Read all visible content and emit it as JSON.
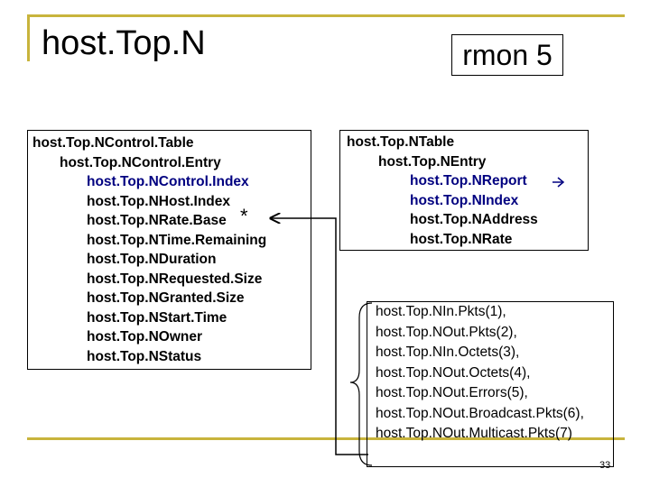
{
  "slide": {
    "title": "host.Top.N",
    "tag": "rmon 5",
    "page_number": "33",
    "control_list": [
      {
        "text": "host.Top.NControl.Table",
        "indent": 0,
        "accent": false
      },
      {
        "text": "host.Top.NControl.Entry",
        "indent": 1,
        "accent": false
      },
      {
        "text": "host.Top.NControl.Index",
        "indent": 2,
        "accent": true
      },
      {
        "text": "host.Top.NHost.Index",
        "indent": 2,
        "accent": false
      },
      {
        "text": "host.Top.NRate.Base",
        "indent": 2,
        "accent": false
      },
      {
        "text": "host.Top.NTime.Remaining",
        "indent": 2,
        "accent": false
      },
      {
        "text": "host.Top.NDuration",
        "indent": 2,
        "accent": false
      },
      {
        "text": "host.Top.NRequested.Size",
        "indent": 2,
        "accent": false
      },
      {
        "text": "host.Top.NGranted.Size",
        "indent": 2,
        "accent": false
      },
      {
        "text": "host.Top.NStart.Time",
        "indent": 2,
        "accent": false
      },
      {
        "text": "host.Top.NOwner",
        "indent": 2,
        "accent": false
      },
      {
        "text": "host.Top.NStatus",
        "indent": 2,
        "accent": false
      }
    ],
    "asterisk": "*",
    "table_list": [
      {
        "text": "host.Top.NTable",
        "indent": 0,
        "accent": false
      },
      {
        "text": "host.Top.NEntry",
        "indent": 1,
        "accent": false
      },
      {
        "text": "host.Top.NReport",
        "indent": 2,
        "accent": true
      },
      {
        "text": "host.Top.NIndex",
        "indent": 2,
        "accent": true
      },
      {
        "text": "host.Top.NAddress",
        "indent": 2,
        "accent": false
      },
      {
        "text": "host.Top.NRate",
        "indent": 2,
        "accent": false
      }
    ],
    "counter_list": [
      "host.Top.NIn.Pkts(1),",
      "host.Top.NOut.Pkts(2),",
      "host.Top.NIn.Octets(3),",
      "host.Top.NOut.Octets(4),",
      "host.Top.NOut.Errors(5),",
      "host.Top.NOut.Broadcast.Pkts(6),",
      "host.Top.NOut.Multicast.Pkts(7)"
    ],
    "colors": {
      "accent": "#000080",
      "rule": "#c8b43c",
      "arrow": "#000080"
    }
  }
}
